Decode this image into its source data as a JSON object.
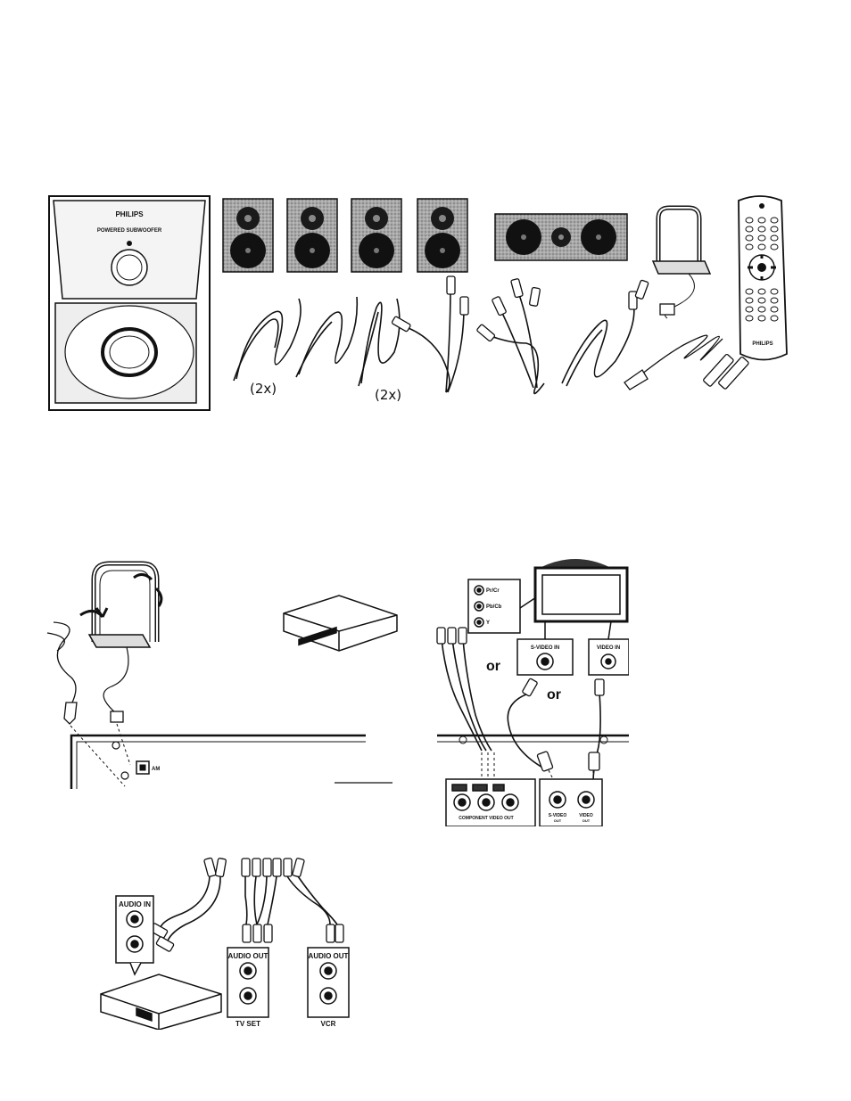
{
  "accessories": {
    "subwoofer_brand": "PHILIPS",
    "subwoofer_caption": "POWERED SUBWOOFER",
    "remote_brand": "PHILIPS",
    "qty_cables_a": "(2x)",
    "qty_cables_b": "(2x)"
  },
  "antenna_figure": {
    "am_label": "AM"
  },
  "video_figure": {
    "tv_inputs": [
      "Pr/Cr",
      "Pb/Cb",
      "Y"
    ],
    "svideo_in": "S-VIDEO IN",
    "video_in": "VIDEO IN",
    "or_1": "or",
    "or_2": "or",
    "component_out": "COMPONENT VIDEO OUT",
    "svideo_out": "S-VIDEO",
    "video_out": "VIDEO",
    "sub_out": "OUT"
  },
  "audio_figure": {
    "audio_in": "AUDIO IN",
    "audio_out_tv": "AUDIO OUT",
    "audio_out_vcr": "AUDIO OUT",
    "tv_set": "TV SET",
    "vcr": "VCR"
  },
  "colors": {
    "ink": "#111111",
    "paper": "#ffffff",
    "speaker_grey": "#9a9a9a"
  }
}
